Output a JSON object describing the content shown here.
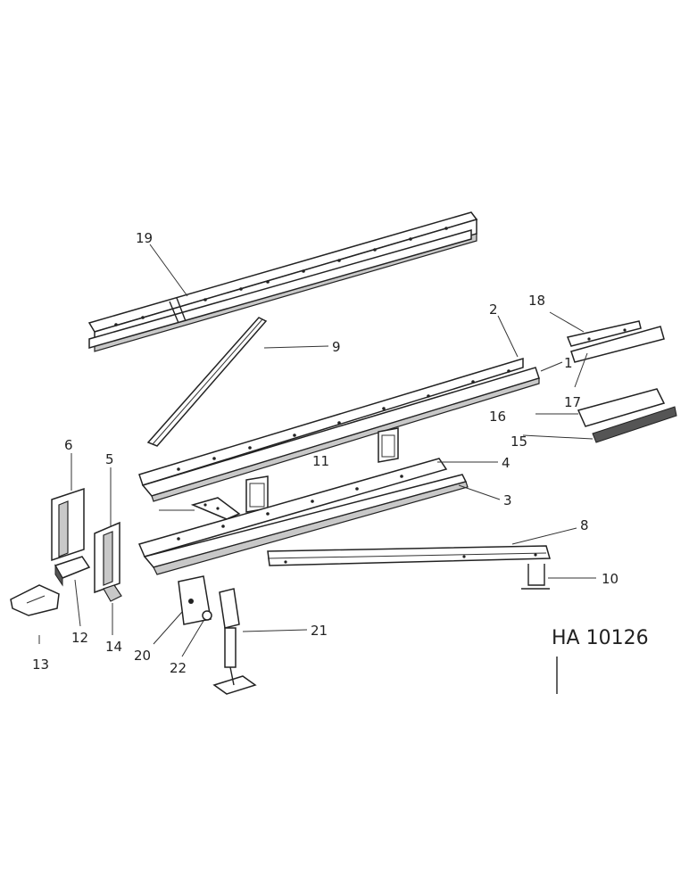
{
  "labels": {
    "l1": "1",
    "l2": "2",
    "l3": "3",
    "l4": "4",
    "l5": "5",
    "l6": "6",
    "l8": "8",
    "l9": "9",
    "l10": "10",
    "l11": "11",
    "l12": "12",
    "l13": "13",
    "l14": "14",
    "l15": "15",
    "l16": "16",
    "l17": "17",
    "l18": "18",
    "l19": "19",
    "l20": "20",
    "l21": "21",
    "l22": "22"
  },
  "figure_code": "HA 10126"
}
